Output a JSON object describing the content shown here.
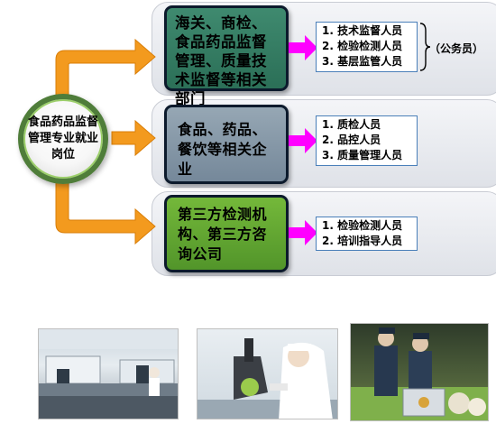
{
  "center": {
    "label": "食品药品监督管理专业就业岗位"
  },
  "sectors": [
    {
      "label": "海关、商检、食品药品监督管理、质量技术监督等相关部门",
      "roles": [
        "1. 技术监督人员",
        "2. 检验检测人员",
        "3. 基层监管人员"
      ],
      "note": "（公务员）"
    },
    {
      "label": "食品、药品、餐饮等相关企业",
      "roles": [
        "1. 质检人员",
        "2. 品控人员",
        "3. 质量管理人员"
      ]
    },
    {
      "label": "第三方检测机构、第三方咨询公司",
      "roles": [
        "1. 检验检测人员",
        "2. 培训指导人员"
      ]
    }
  ],
  "colors": {
    "arrow_orange": "#f39a1e",
    "arrow_magenta": "#ff00ff",
    "sector1": "#2b6f57",
    "sector2": "#75889a",
    "sector3": "#52952a"
  },
  "photos": [
    {
      "icon": "laboratory-photo"
    },
    {
      "icon": "microscope-photo"
    },
    {
      "icon": "market-inspection-photo"
    }
  ]
}
